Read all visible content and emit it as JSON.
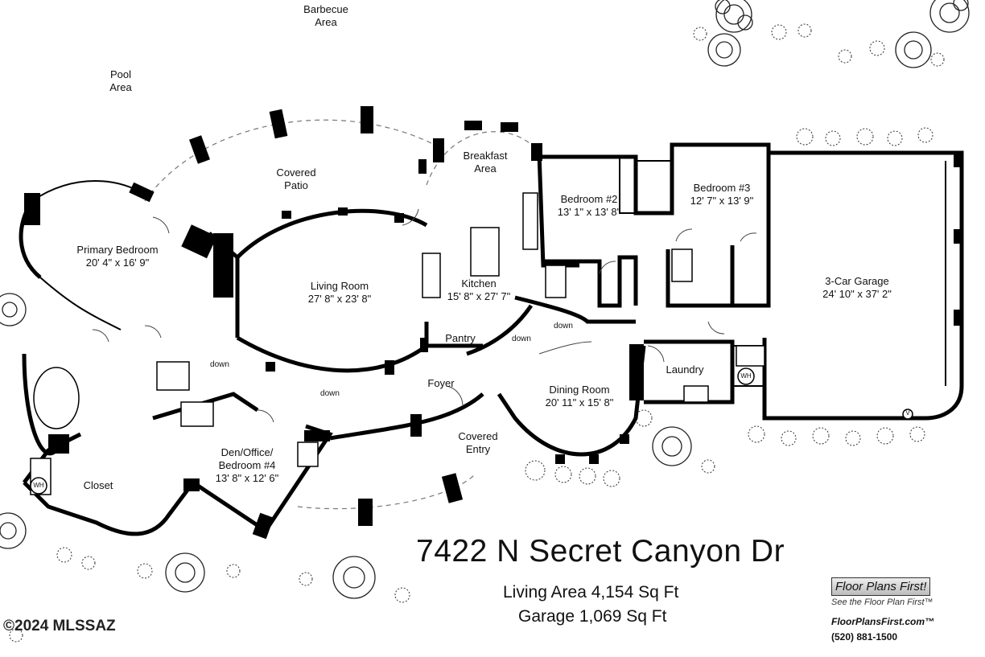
{
  "rooms": {
    "barbecue": [
      "Barbecue",
      "Area"
    ],
    "pool": [
      "Pool",
      "Area"
    ],
    "covered_patio": [
      "Covered",
      "Patio"
    ],
    "breakfast": [
      "Breakfast",
      "Area"
    ],
    "bedroom2": [
      "Bedroom #2",
      "13' 1\" x 13' 8\""
    ],
    "bedroom3": [
      "Bedroom #3",
      "12' 7\" x 13' 9\""
    ],
    "primary": [
      "Primary Bedroom",
      "20' 4\" x 16' 9\""
    ],
    "living": [
      "Living Room",
      "27' 8\" x 23' 8\""
    ],
    "kitchen": [
      "Kitchen",
      "15' 8\" x 27' 7\""
    ],
    "garage": [
      "3-Car Garage",
      "24' 10\" x 37' 2\""
    ],
    "pantry": [
      "Pantry"
    ],
    "laundry": [
      "Laundry"
    ],
    "foyer": [
      "Foyer"
    ],
    "dining": [
      "Dining Room",
      "20' 11\" x 15' 8\""
    ],
    "covered_entry": [
      "Covered",
      "Entry"
    ],
    "den": [
      "Den/Office/",
      "Bedroom #4",
      "13' 8\" x 12' 6\""
    ],
    "closet": [
      "Closet"
    ]
  },
  "notes": {
    "down_1": "down",
    "down_2": "down",
    "down_3": "down",
    "down_4": "down",
    "wh_1": "WH",
    "wh_2": "WH",
    "v": "V"
  },
  "address": "7422 N Secret Canyon Dr",
  "living_area": "Living Area 4,154 Sq Ft",
  "garage_area": "Garage 1,069 Sq Ft",
  "copyright": "©2024 MLSSAZ",
  "brand": {
    "name": "Floor Plans First!",
    "tagline": "See the Floor Plan First™",
    "url": "FloorPlansFirst.com™",
    "phone": "(520) 881-1500"
  }
}
